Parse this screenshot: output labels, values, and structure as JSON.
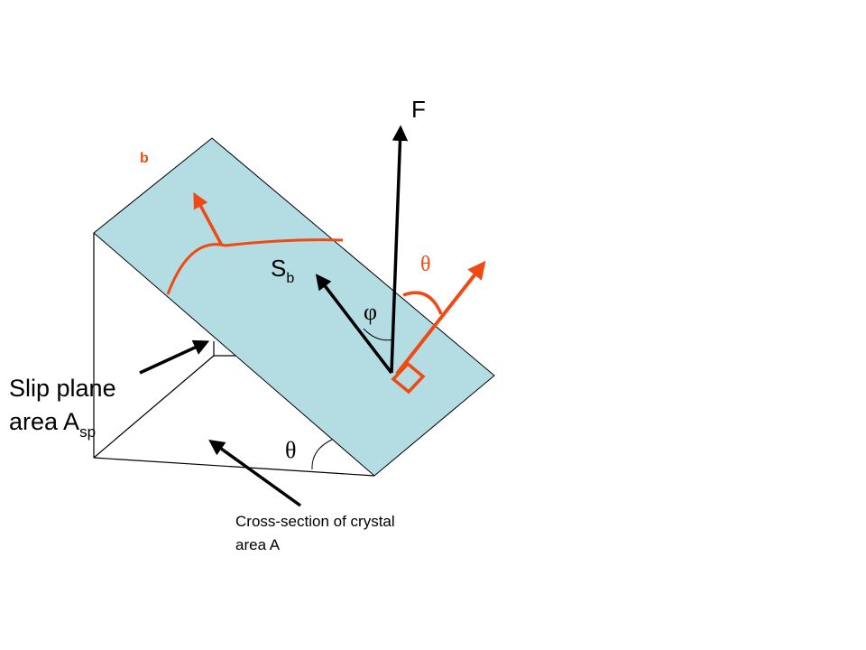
{
  "labels": {
    "force": "F",
    "burgers_vector": "b",
    "slip_direction_main": "S",
    "slip_direction_sub": "b",
    "phi": "φ",
    "theta_top": "θ",
    "theta_bottom": "θ",
    "slip_plane_line1": "Slip plane",
    "slip_plane_line2_main": "area A",
    "slip_plane_line2_sub": "sp",
    "cross_section_line1": "Cross-section of crystal",
    "cross_section_line2": "area A"
  },
  "colors": {
    "plane_fill": "#b3dde2",
    "outline": "#000000",
    "accent": "#f04a14",
    "background": "#ffffff"
  }
}
